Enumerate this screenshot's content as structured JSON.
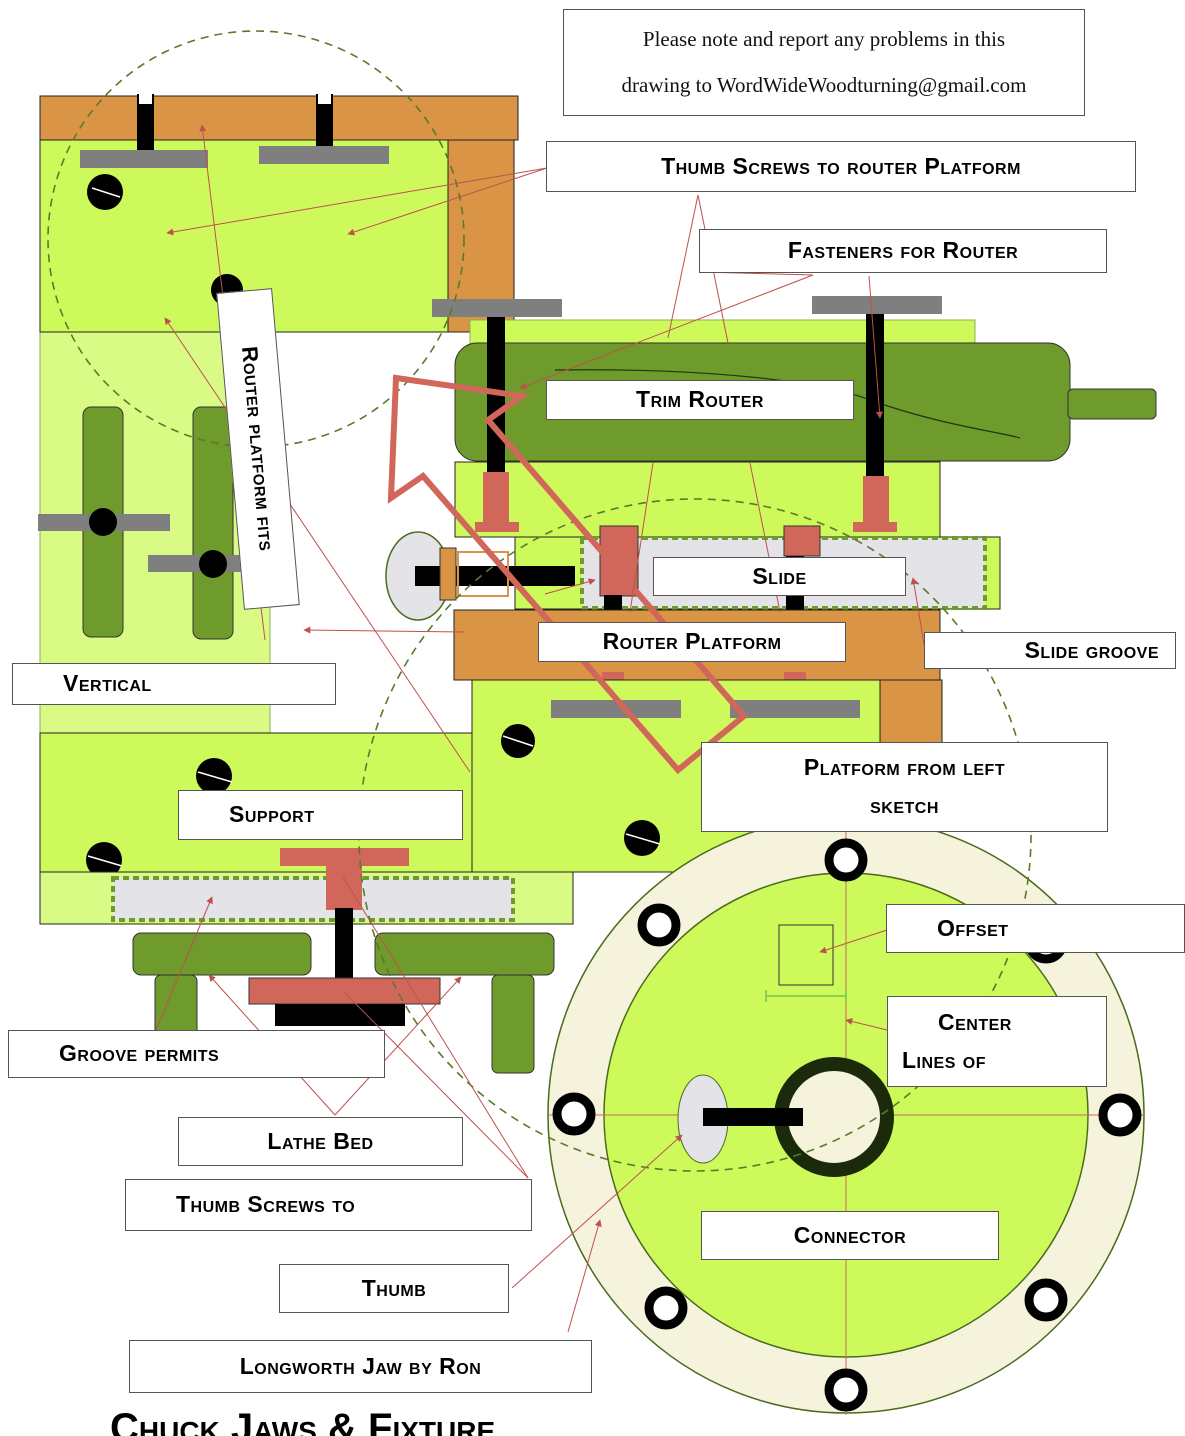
{
  "note": {
    "line1": "Please note and report any problems in this",
    "line2": "drawing to WordWideWoodturning@gmail.com"
  },
  "labels": {
    "thumb_screws_router_platform": "Thumb Screws to router Platform",
    "fasteners_for_router": "Fasteners for Router",
    "trim_router": "Trim Router",
    "router_platform_fits": "Router platform fits",
    "slide": "Slide",
    "slide_groove": "Slide  groove",
    "router_platform": "Router Platform",
    "vertical": "Vertical",
    "platform_from_left_1": "Platform from left",
    "platform_from_left_2": "sketch",
    "support": "Support",
    "offset": "Offset",
    "center_1": "Center",
    "center_2": "Lines of",
    "groove_permits": "Groove permits",
    "lathe_bed": "Lathe Bed",
    "thumb_screws_to": "Thumb Screws to",
    "thumb": "Thumb",
    "connector": "Connector",
    "longworth_jaw": "Longworth Jaw by Ron",
    "bottom_heading": "Chuck Jaws & Fixture"
  },
  "colors": {
    "green_light": "#cdfa5a",
    "green_pale": "#d9fb86",
    "green_dark": "#6f9a2c",
    "orange": "#d99446",
    "gray": "#7f7f7f",
    "red": "#d1675a",
    "arrow": "#c0504d",
    "cream": "#f5f3dc",
    "slide_gray": "#e3e3e8"
  }
}
